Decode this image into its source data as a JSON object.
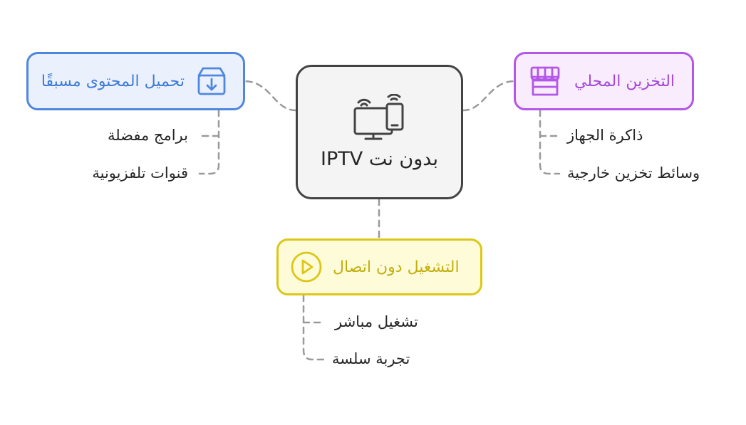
{
  "center": {
    "label": "بدون نت IPTV",
    "icon": "devices-wifi-icon"
  },
  "branches": {
    "preload": {
      "label": "تحميل المحتوى مسبقًا",
      "icon": "download-box-icon",
      "color": "#4f86e0",
      "items": [
        "برامج مفضلة",
        "قنوات تلفزيونية"
      ]
    },
    "local_storage": {
      "label": "التخزين المحلي",
      "icon": "storefront-icon",
      "color": "#b456e8",
      "items": [
        "ذاكرة الجهاز",
        "وسائط تخزين خارجية"
      ]
    },
    "offline_playback": {
      "label": "التشغيل دون اتصال",
      "icon": "play-circle-icon",
      "color": "#dcc717",
      "items": [
        "تشغيل مباشر",
        "تجربة سلسة"
      ]
    }
  },
  "colors": {
    "connector": "#9a9a9a",
    "center_border": "#434343"
  }
}
